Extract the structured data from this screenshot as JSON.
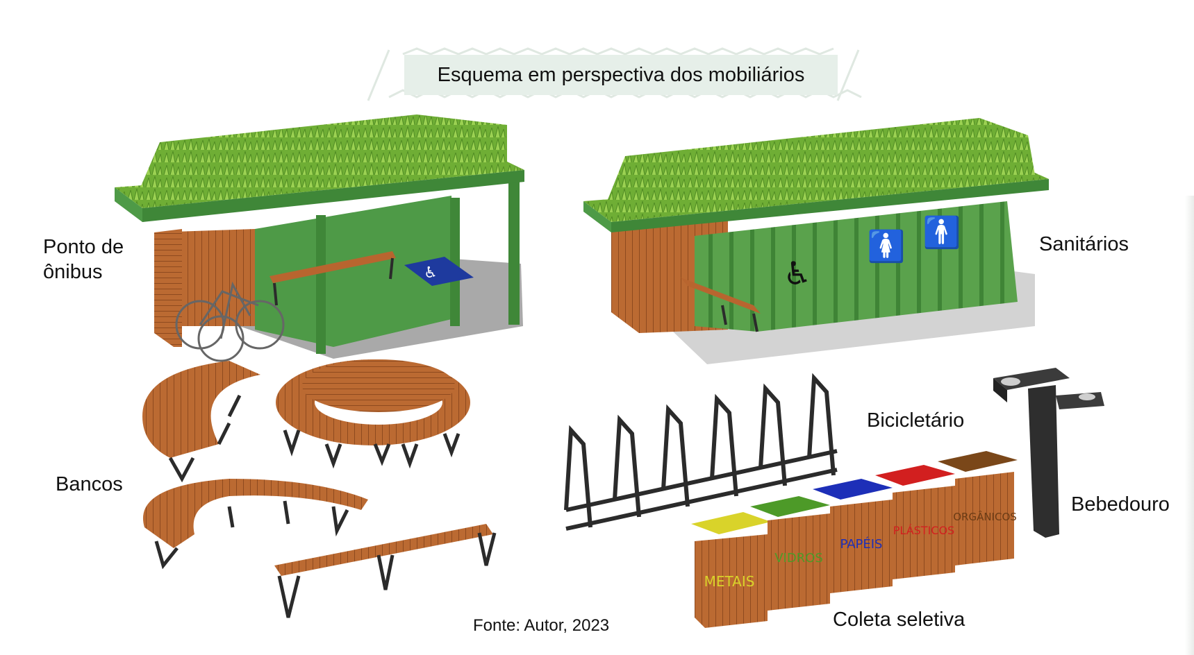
{
  "title": "Esquema em perspectiva dos mobiliários",
  "labels": {
    "bus_stop": "Ponto de\nônibus",
    "restrooms": "Sanitários",
    "benches": "Bancos",
    "bike_rack": "Bicicletário",
    "drinking_fountain": "Bebedouro",
    "selective_collection": "Coleta seletiva"
  },
  "source": "Fonte: Autor, 2023",
  "bins": [
    "METAIS",
    "VIDROS",
    "PAPÉIS",
    "PLÁSTICOS",
    "ORGÂNICOS"
  ],
  "colors": {
    "structure_green": "#4e9a47",
    "roof_grass": "#7ab83a",
    "wood": "#b8652f",
    "floor": "#a7a7a7",
    "metal": "#2b2b2b",
    "bin_lids": [
      "#d9d32a",
      "#4d9a28",
      "#1d2fb8",
      "#d21f1f",
      "#7a4719"
    ]
  }
}
